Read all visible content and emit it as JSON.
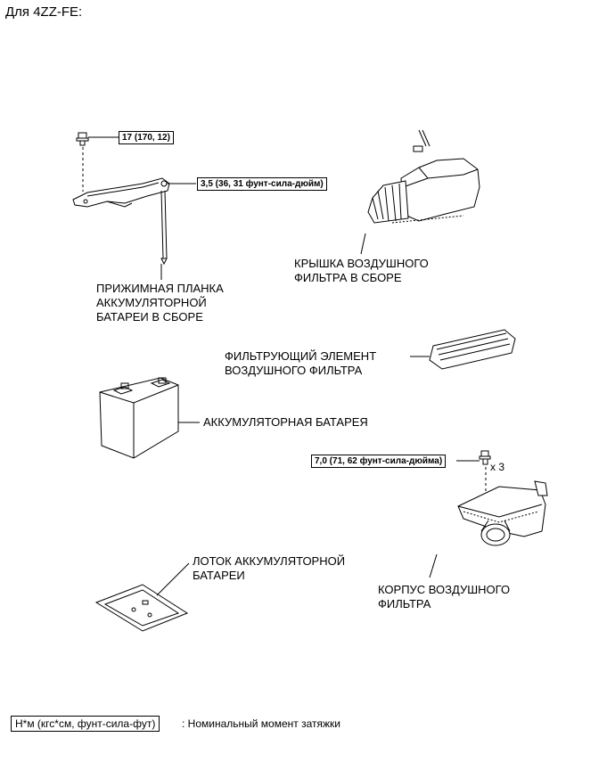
{
  "header": {
    "title": "Для 4ZZ-FE:"
  },
  "torques": {
    "clamp_bolt": "17 (170, 12)",
    "clamp_nut": "3,5 (36, 31 фунт-сила-дюйм)",
    "case_bolts": "7,0 (71, 62 фунт-сила-дюйма)",
    "case_bolts_qty": "x 3"
  },
  "parts": {
    "clamp": {
      "line1": "ПРИЖИМНАЯ ПЛАНКА",
      "line2": "АККУМУЛЯТОРНОЙ",
      "line3": "БАТАРЕИ В СБОРЕ"
    },
    "cap": {
      "line1": "КРЫШКА ВОЗДУШНОГО",
      "line2": "ФИЛЬТРА В СБОРЕ"
    },
    "element": {
      "line1": "ФИЛЬТРУЮЩИЙ ЭЛЕМЕНТ",
      "line2": "ВОЗДУШНОГО ФИЛЬТРА"
    },
    "battery": {
      "line1": "АККУМУЛЯТОРНАЯ БАТАРЕЯ"
    },
    "tray": {
      "line1": "ЛОТОК АККУМУЛЯТОРНОЙ",
      "line2": "БАТАРЕИ"
    },
    "case": {
      "line1": "КОРПУС ВОЗДУШНОГО",
      "line2": "ФИЛЬТРА"
    }
  },
  "legend": {
    "box": "Н*м (кгс*см, фунт-сила-фут)",
    "text": ": Номинальный момент затяжки"
  }
}
